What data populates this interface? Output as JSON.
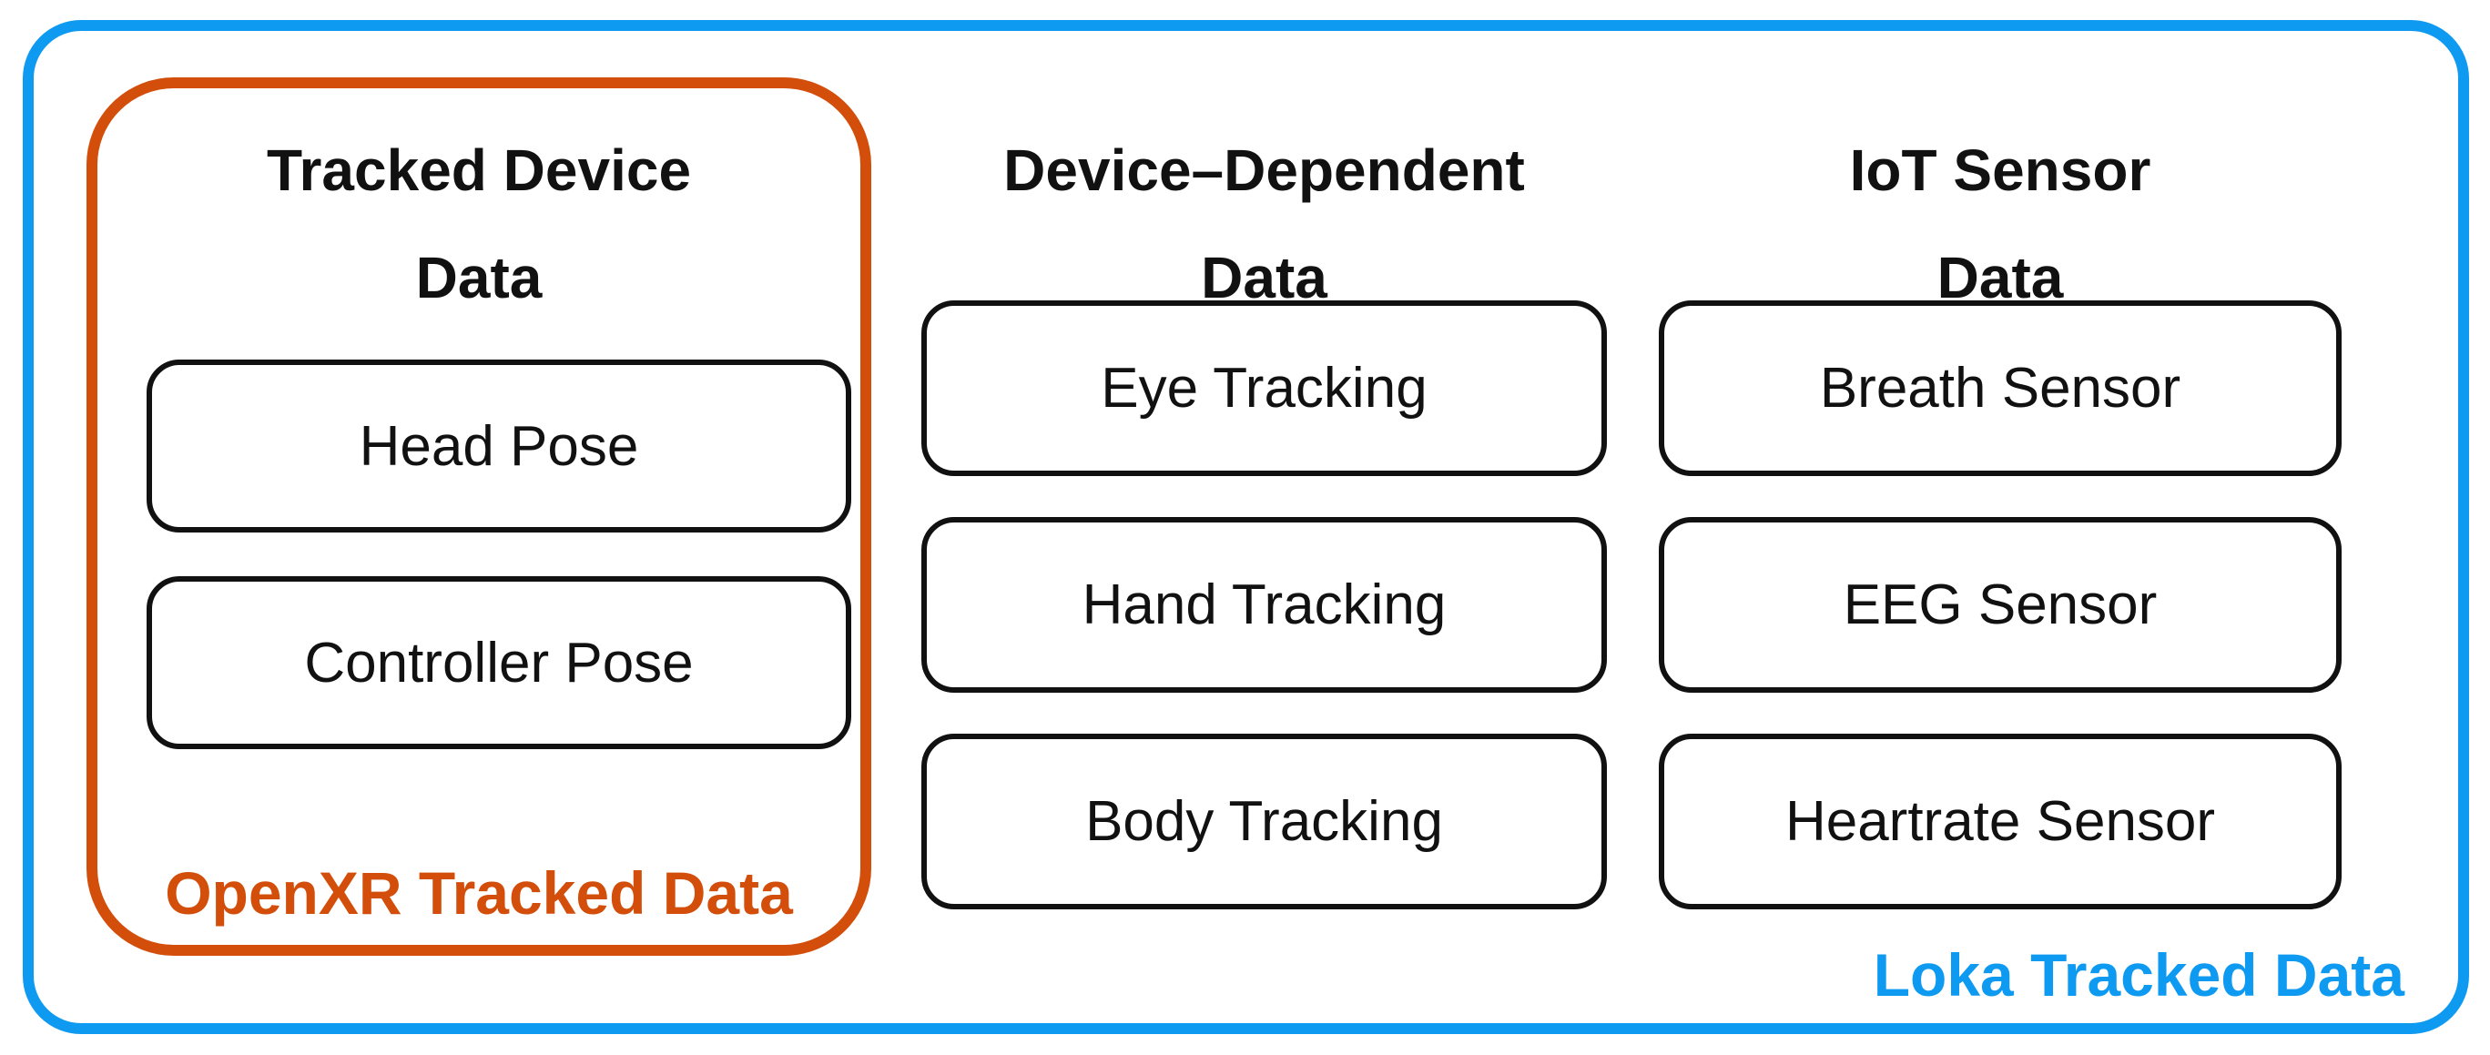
{
  "colors": {
    "blue": "#0F9AF2",
    "orange": "#D24E0A",
    "node_border": "#111111",
    "text": "#111111",
    "background": "#ffffff"
  },
  "loka_group": {
    "label": "Loka Tracked Data"
  },
  "openxr_group": {
    "label": "OpenXR Tracked Data",
    "title": {
      "line1": "Tracked Device",
      "line2": "Data"
    },
    "nodes": [
      "Head Pose",
      "Controller Pose"
    ]
  },
  "device_column": {
    "title": {
      "line1": "Device–Dependent",
      "line2": "Data"
    },
    "nodes": [
      "Eye Tracking",
      "Hand Tracking",
      "Body Tracking"
    ]
  },
  "iot_column": {
    "title": {
      "line1": "IoT Sensor",
      "line2": "Data"
    },
    "nodes": [
      "Breath Sensor",
      "EEG Sensor",
      "Heartrate Sensor"
    ]
  }
}
